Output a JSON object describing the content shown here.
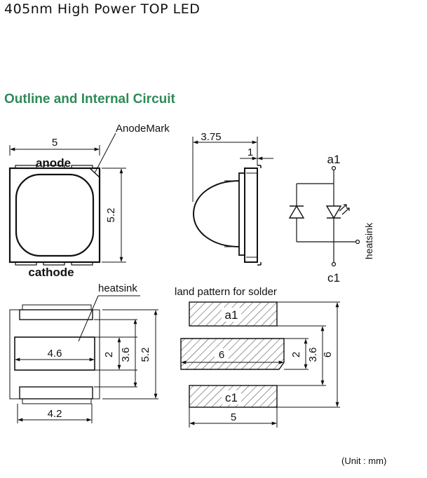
{
  "title": "405nm High Power TOP LED",
  "section_title": "Outline and Internal Circuit",
  "unit_note": "(Unit : mm)",
  "top_view": {
    "width_dim": "5",
    "height_dim": "5.2",
    "anode_label": "anode",
    "cathode_label": "cathode",
    "anode_mark_label": "AnodeMark"
  },
  "side_view": {
    "overall_dim": "3.75",
    "base_dim": "1"
  },
  "circuit": {
    "anode_terminal": "a1",
    "cathode_terminal": "c1",
    "heatsink_label": "heatsink"
  },
  "bottom_view": {
    "heatsink_label": "heatsink",
    "pad_width_dim": "4.6",
    "bottom_width_dim": "4.2",
    "pad_height_dim": "2",
    "inner_height_dim": "3.6",
    "overall_height_dim": "5.2"
  },
  "land_pattern": {
    "title": "land pattern for solder",
    "a1_label": "a1",
    "c1_label": "c1",
    "center_width_dim": "6",
    "bottom_width_dim": "5",
    "center_height_dim": "2",
    "inner_height_dim": "3.6",
    "overall_height_dim": "6"
  }
}
